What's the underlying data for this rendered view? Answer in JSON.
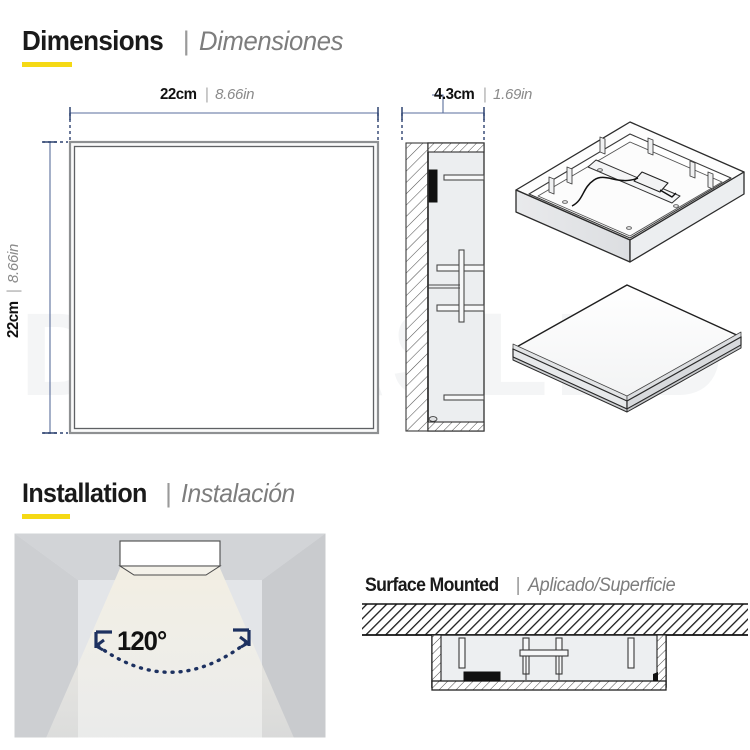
{
  "watermark": {
    "text": "DEMASLED"
  },
  "sections": {
    "dimensions": {
      "title_en": "Dimensions",
      "title_es": "Dimensiones",
      "separator": "|"
    },
    "installation": {
      "title_en": "Installation",
      "title_es": "Instalación",
      "separator": "|"
    },
    "surface_mounted": {
      "title_en": "Surface Mounted",
      "title_es": "Aplicado/Superficie",
      "separator": "|"
    }
  },
  "dimensions": {
    "width": {
      "metric": "22cm",
      "imperial": "8.66in",
      "separator": "|"
    },
    "height": {
      "metric": "22cm",
      "imperial": "8.66in",
      "separator": "|"
    },
    "depth": {
      "metric": "4.3cm",
      "imperial": "1.69in",
      "separator": "|"
    }
  },
  "installation": {
    "beam_angle": "120°"
  },
  "colors": {
    "accent_yellow": "#f5d914",
    "dimension_navy": "#2d4270",
    "heading_dark": "#1a1a1a",
    "heading_gray": "#7d7d7d",
    "watermark_gray": "#f4f5f6",
    "fixture_fill": "#f0f1f2",
    "room_wall": "#d4d6d9"
  },
  "icons": {
    "beam_left_arrow": "beam-arrow-left-icon",
    "beam_right_arrow": "beam-arrow-right-icon"
  }
}
